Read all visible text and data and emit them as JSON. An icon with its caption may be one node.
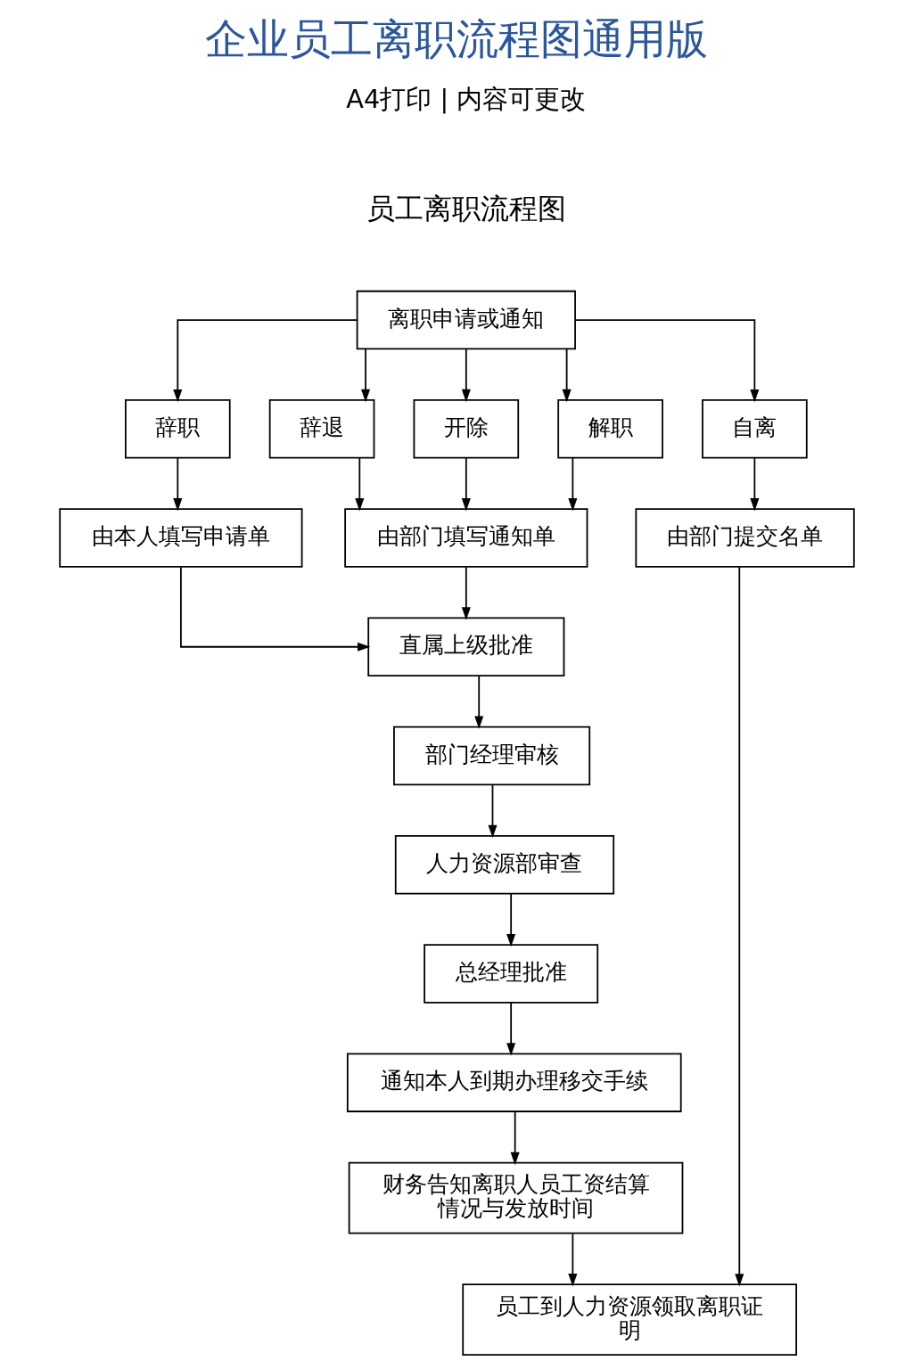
{
  "diagram": {
    "title": "企业员工离职流程图通用版",
    "labels": [
      "A4打印 | 内容可更改",
      "员工离职流程图"
    ],
    "nodes": [
      {
        "text": [
          "离职申请或通知"
        ]
      },
      {
        "text": [
          "辞职"
        ]
      },
      {
        "text": [
          "辞退"
        ]
      },
      {
        "text": [
          "开除"
        ]
      },
      {
        "text": [
          "解职"
        ]
      },
      {
        "text": [
          "自离"
        ]
      },
      {
        "text": [
          "由本人填写申请单"
        ]
      },
      {
        "text": [
          "由部门填写通知单"
        ]
      },
      {
        "text": [
          "由部门提交名单"
        ]
      },
      {
        "text": [
          "直属上级批准"
        ]
      },
      {
        "text": [
          "部门经理审核"
        ]
      },
      {
        "text": [
          "人力资源部审查"
        ]
      },
      {
        "text": [
          "总经理批准"
        ]
      },
      {
        "text": [
          "通知本人到期办理移交手续"
        ]
      },
      {
        "text": [
          "财务告知离职人员工资结算情况与发放时间"
        ]
      },
      {
        "text": [
          "员工到人力资源领取离职证明"
        ]
      }
    ],
    "edges": [
      {
        "from": 0,
        "to": 1,
        "arrow": "to"
      },
      {
        "from": 0,
        "to": 2,
        "arrow": "to"
      },
      {
        "from": 0,
        "to": 3,
        "arrow": "to"
      },
      {
        "from": 0,
        "to": 4,
        "arrow": "to"
      },
      {
        "from": 0,
        "to": 5,
        "arrow": "to"
      },
      {
        "from": 1,
        "to": 6,
        "arrow": "to"
      },
      {
        "from": 2,
        "to": 7,
        "arrow": "to"
      },
      {
        "from": 3,
        "to": 7,
        "arrow": "to"
      },
      {
        "from": 4,
        "to": 7,
        "arrow": "to"
      },
      {
        "from": 5,
        "to": 8,
        "arrow": "to"
      },
      {
        "from": 6,
        "to": 9,
        "arrow": "to"
      },
      {
        "from": 7,
        "to": 9,
        "arrow": "to"
      },
      {
        "from": 9,
        "to": 10,
        "arrow": "to"
      },
      {
        "from": 10,
        "to": 11,
        "arrow": "to"
      },
      {
        "from": 11,
        "to": 12,
        "arrow": "to"
      },
      {
        "from": 12,
        "to": 13,
        "arrow": "to"
      },
      {
        "from": 13,
        "to": 14,
        "arrow": "to"
      },
      {
        "from": 14,
        "to": 15,
        "arrow": "to"
      },
      {
        "from": 8,
        "to": 15,
        "arrow": "to"
      }
    ]
  }
}
